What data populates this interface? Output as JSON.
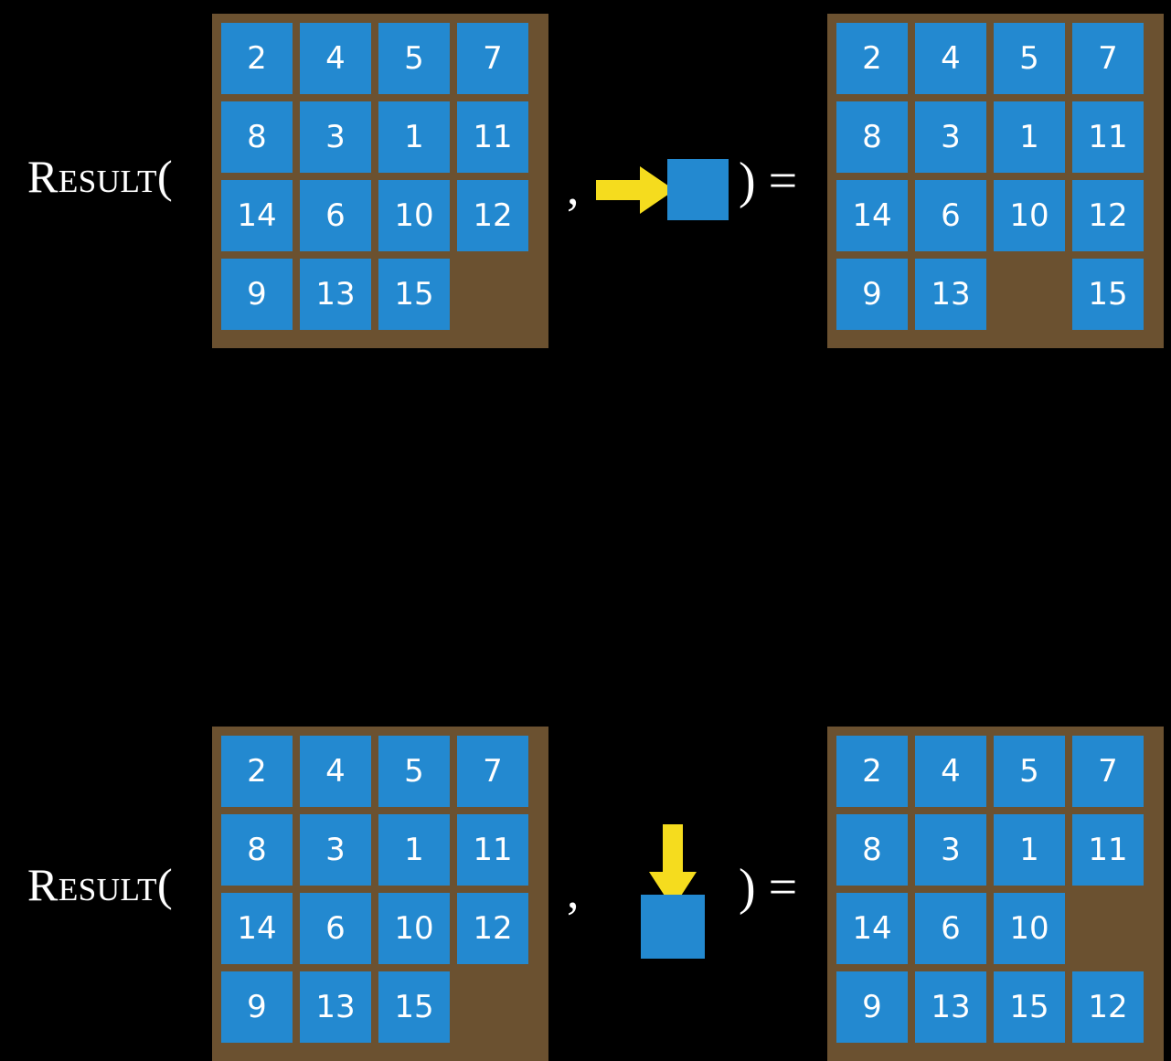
{
  "diagram": {
    "title": "Result function applied to 15-puzzle states",
    "background_color": "#000000",
    "board_frame_color": "#6B5130",
    "tile_color": "#2389D0",
    "tile_text_color": "#FFFFFF",
    "arrow_color": "#F5DC1E",
    "text_color": "#FFFFFF"
  },
  "symbols": {
    "result_prefix": "R",
    "result_rest": "esult(",
    "result_full": "Result(",
    "comma": ",",
    "close_paren_equals": ") ="
  },
  "equations": [
    {
      "id": "equation-right-move",
      "label": "Result(",
      "comma": ",",
      "action": {
        "name": "move-right",
        "arrow_icon": "arrow-right-icon",
        "arrow_direction": "right",
        "tile_label": ""
      },
      "close": ") =",
      "input_board": {
        "name": "input-board-row-1",
        "rows": 4,
        "cols": 4,
        "tiles": [
          [
            "2",
            "4",
            "5",
            "7"
          ],
          [
            "8",
            "3",
            "1",
            "11"
          ],
          [
            "14",
            "6",
            "10",
            "12"
          ],
          [
            "9",
            "13",
            "15",
            ""
          ]
        ],
        "blank_position": [
          3,
          3
        ]
      },
      "output_board": {
        "name": "output-board-row-1",
        "rows": 4,
        "cols": 4,
        "tiles": [
          [
            "2",
            "4",
            "5",
            "7"
          ],
          [
            "8",
            "3",
            "1",
            "11"
          ],
          [
            "14",
            "6",
            "10",
            "12"
          ],
          [
            "9",
            "13",
            "",
            "15"
          ]
        ],
        "blank_position": [
          3,
          2
        ]
      }
    },
    {
      "id": "equation-down-move",
      "label": "Result(",
      "comma": ",",
      "action": {
        "name": "move-down",
        "arrow_icon": "arrow-down-icon",
        "arrow_direction": "down",
        "tile_label": ""
      },
      "close": ") =",
      "input_board": {
        "name": "input-board-row-2",
        "rows": 4,
        "cols": 4,
        "tiles": [
          [
            "2",
            "4",
            "5",
            "7"
          ],
          [
            "8",
            "3",
            "1",
            "11"
          ],
          [
            "14",
            "6",
            "10",
            "12"
          ],
          [
            "9",
            "13",
            "15",
            ""
          ]
        ],
        "blank_position": [
          3,
          3
        ]
      },
      "output_board": {
        "name": "output-board-row-2",
        "rows": 4,
        "cols": 4,
        "tiles": [
          [
            "2",
            "4",
            "5",
            "7"
          ],
          [
            "8",
            "3",
            "1",
            "11"
          ],
          [
            "14",
            "6",
            "10",
            ""
          ],
          [
            "9",
            "13",
            "15",
            "12"
          ]
        ],
        "blank_position": [
          2,
          3
        ]
      }
    }
  ]
}
